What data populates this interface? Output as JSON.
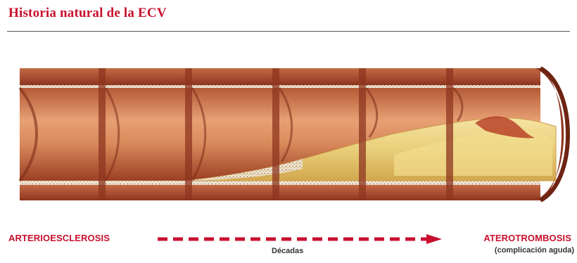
{
  "title": "Historia natural de la ECV",
  "labels": {
    "left": "ARTERIOESCLEROSIS",
    "right": "ATEROTROMBOSIS",
    "right_sub": "(complicación aguda)",
    "center": "Décadas"
  },
  "colors": {
    "accent": "#c8102e",
    "vessel_wall": "#a0482d",
    "lumen": "#d98a5c",
    "plaque": "#e9cf7a"
  },
  "segments": [
    {
      "stage": 1,
      "plaque": 0
    },
    {
      "stage": 2,
      "plaque": 0.05
    },
    {
      "stage": 3,
      "plaque": 0.12
    },
    {
      "stage": 4,
      "plaque": 0.3
    },
    {
      "stage": 5,
      "plaque": 0.5
    },
    {
      "stage": 6,
      "plaque": 0.7
    }
  ]
}
